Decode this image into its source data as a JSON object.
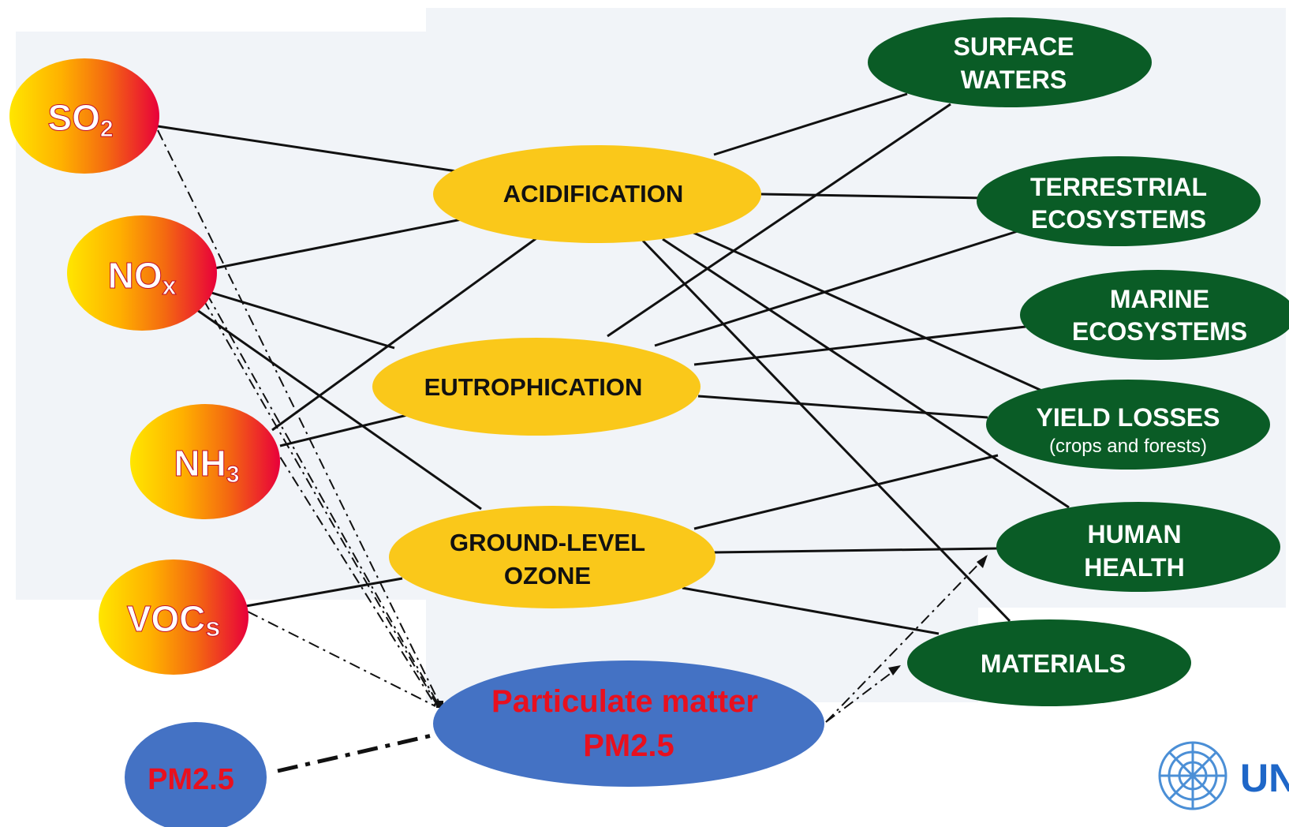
{
  "pollutants": {
    "so2": {
      "text": "SO",
      "sub": "2"
    },
    "nox": {
      "text": "NO",
      "sub": "x"
    },
    "nh3": {
      "text": "NH",
      "sub": "3"
    },
    "vocs": {
      "text": "VOC",
      "sub": "s"
    },
    "pm25": {
      "text": "PM2.5"
    }
  },
  "problems": {
    "acidification": "ACIDIFICATION",
    "eutrophication": "EUTROPHICATION",
    "ozone": {
      "line1": "GROUND-LEVEL",
      "line2": "OZONE"
    },
    "particulate": {
      "line1": "Particulate matter",
      "line2": "PM2.5"
    }
  },
  "effects": {
    "surface_waters": {
      "line1": "SURFACE",
      "line2": "WATERS"
    },
    "terrestrial": {
      "line1": "TERRESTRIAL",
      "line2": "ECOSYSTEMS"
    },
    "marine": {
      "line1": "MARINE",
      "line2": "ECOSYSTEMS"
    },
    "yield": {
      "line1": "YIELD LOSSES",
      "line2": "(crops and forests)"
    },
    "health": {
      "line1": "HUMAN",
      "line2": "HEALTH"
    },
    "materials": "MATERIALS"
  },
  "logo": {
    "text": "UN"
  },
  "colors": {
    "effect_green": "#0a5c26",
    "problem_yellow": "#fac81a",
    "pm_blue": "#4472c4",
    "pm_text_red": "#e8101e"
  }
}
